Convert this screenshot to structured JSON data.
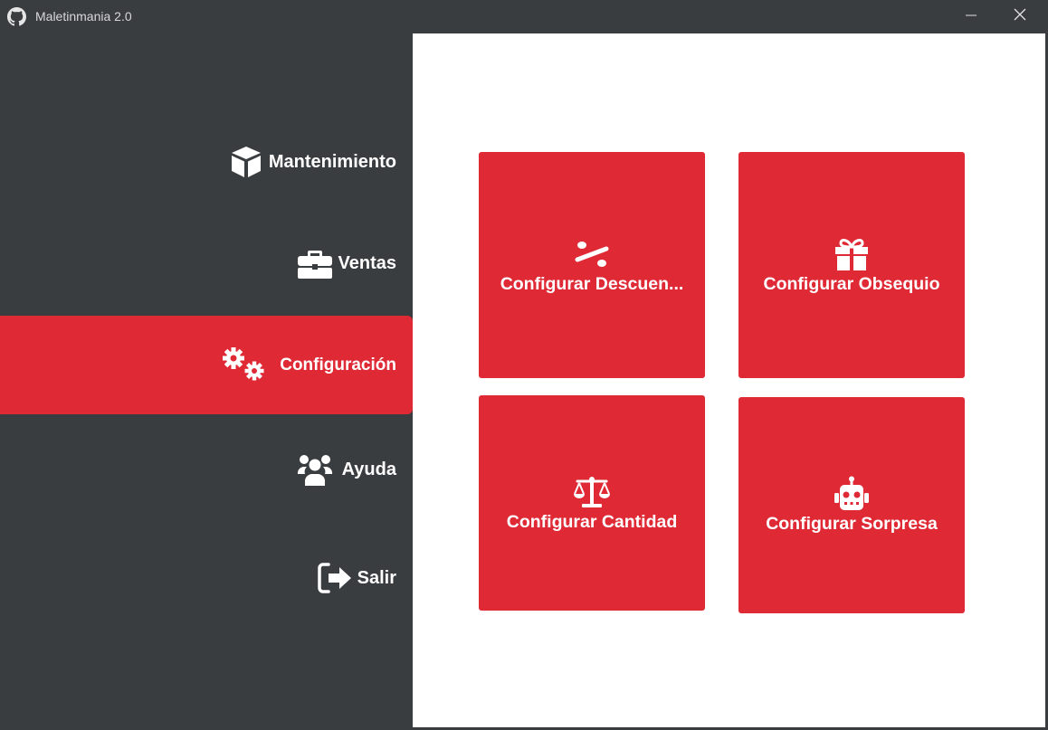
{
  "window": {
    "title": "Maletinmania 2.0",
    "app_icon": "github-icon",
    "controls": [
      "minimize-icon",
      "close-icon"
    ]
  },
  "sidebar": {
    "items": [
      {
        "label": "Mantenimiento",
        "icon": "box-icon",
        "active": false
      },
      {
        "label": "Ventas",
        "icon": "briefcase-icon",
        "active": false
      },
      {
        "label": "Configuración",
        "icon": "cogs-icon",
        "active": true
      },
      {
        "label": "Ayuda",
        "icon": "users-icon",
        "active": false
      },
      {
        "label": "Salir",
        "icon": "sign-out-icon",
        "active": false
      }
    ]
  },
  "main": {
    "cards": [
      {
        "label": "Configurar Descuen...",
        "icon": "percent-icon"
      },
      {
        "label": "Configurar Obsequio",
        "icon": "gift-icon"
      },
      {
        "label": "Configurar Cantidad",
        "icon": "balance-scale-icon"
      },
      {
        "label": "Configurar Sorpresa",
        "icon": "robot-icon"
      }
    ]
  },
  "colors": {
    "accent": "#df2935",
    "sidebar_bg": "#3a3d40",
    "content_bg": "#ffffff",
    "text_light": "#ffffff"
  }
}
